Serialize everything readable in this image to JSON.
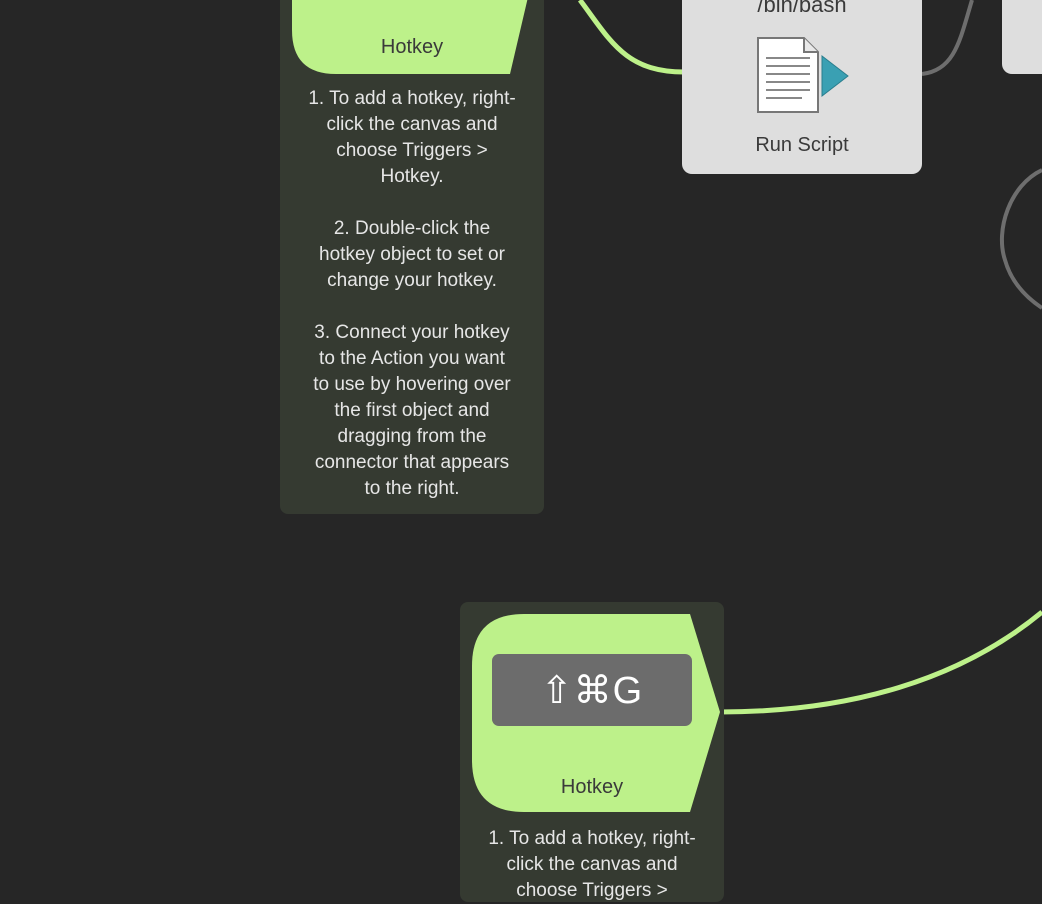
{
  "canvas": {
    "background": "#262626",
    "wire_active": "#bdf18a",
    "wire_inactive": "#6e6e6e"
  },
  "top_hotkey": {
    "label": "Hotkey",
    "note": "1. To add a hotkey, right-\nclick the canvas and\nchoose Triggers >\nHotkey.\n\n2. Double-click the\nhotkey object to set or\nchange your hotkey.\n\n3. Connect your hotkey\nto the Action you want\nto use by hovering over\nthe first object and\ndragging from the\nconnector that appears\nto the right."
  },
  "run_script": {
    "script_path": "/bin/bash",
    "label": "Run Script",
    "icon": "script-document-icon"
  },
  "bottom_hotkey": {
    "keys": "⇧⌘G",
    "label": "Hotkey",
    "note": "1. To add a hotkey, right-\nclick the canvas and\nchoose Triggers >"
  },
  "colors": {
    "hotkey_green": "#bdf18a",
    "note_bg": "#353a31",
    "card_bg": "#dedede",
    "key_chip": "#6c6c6c"
  }
}
